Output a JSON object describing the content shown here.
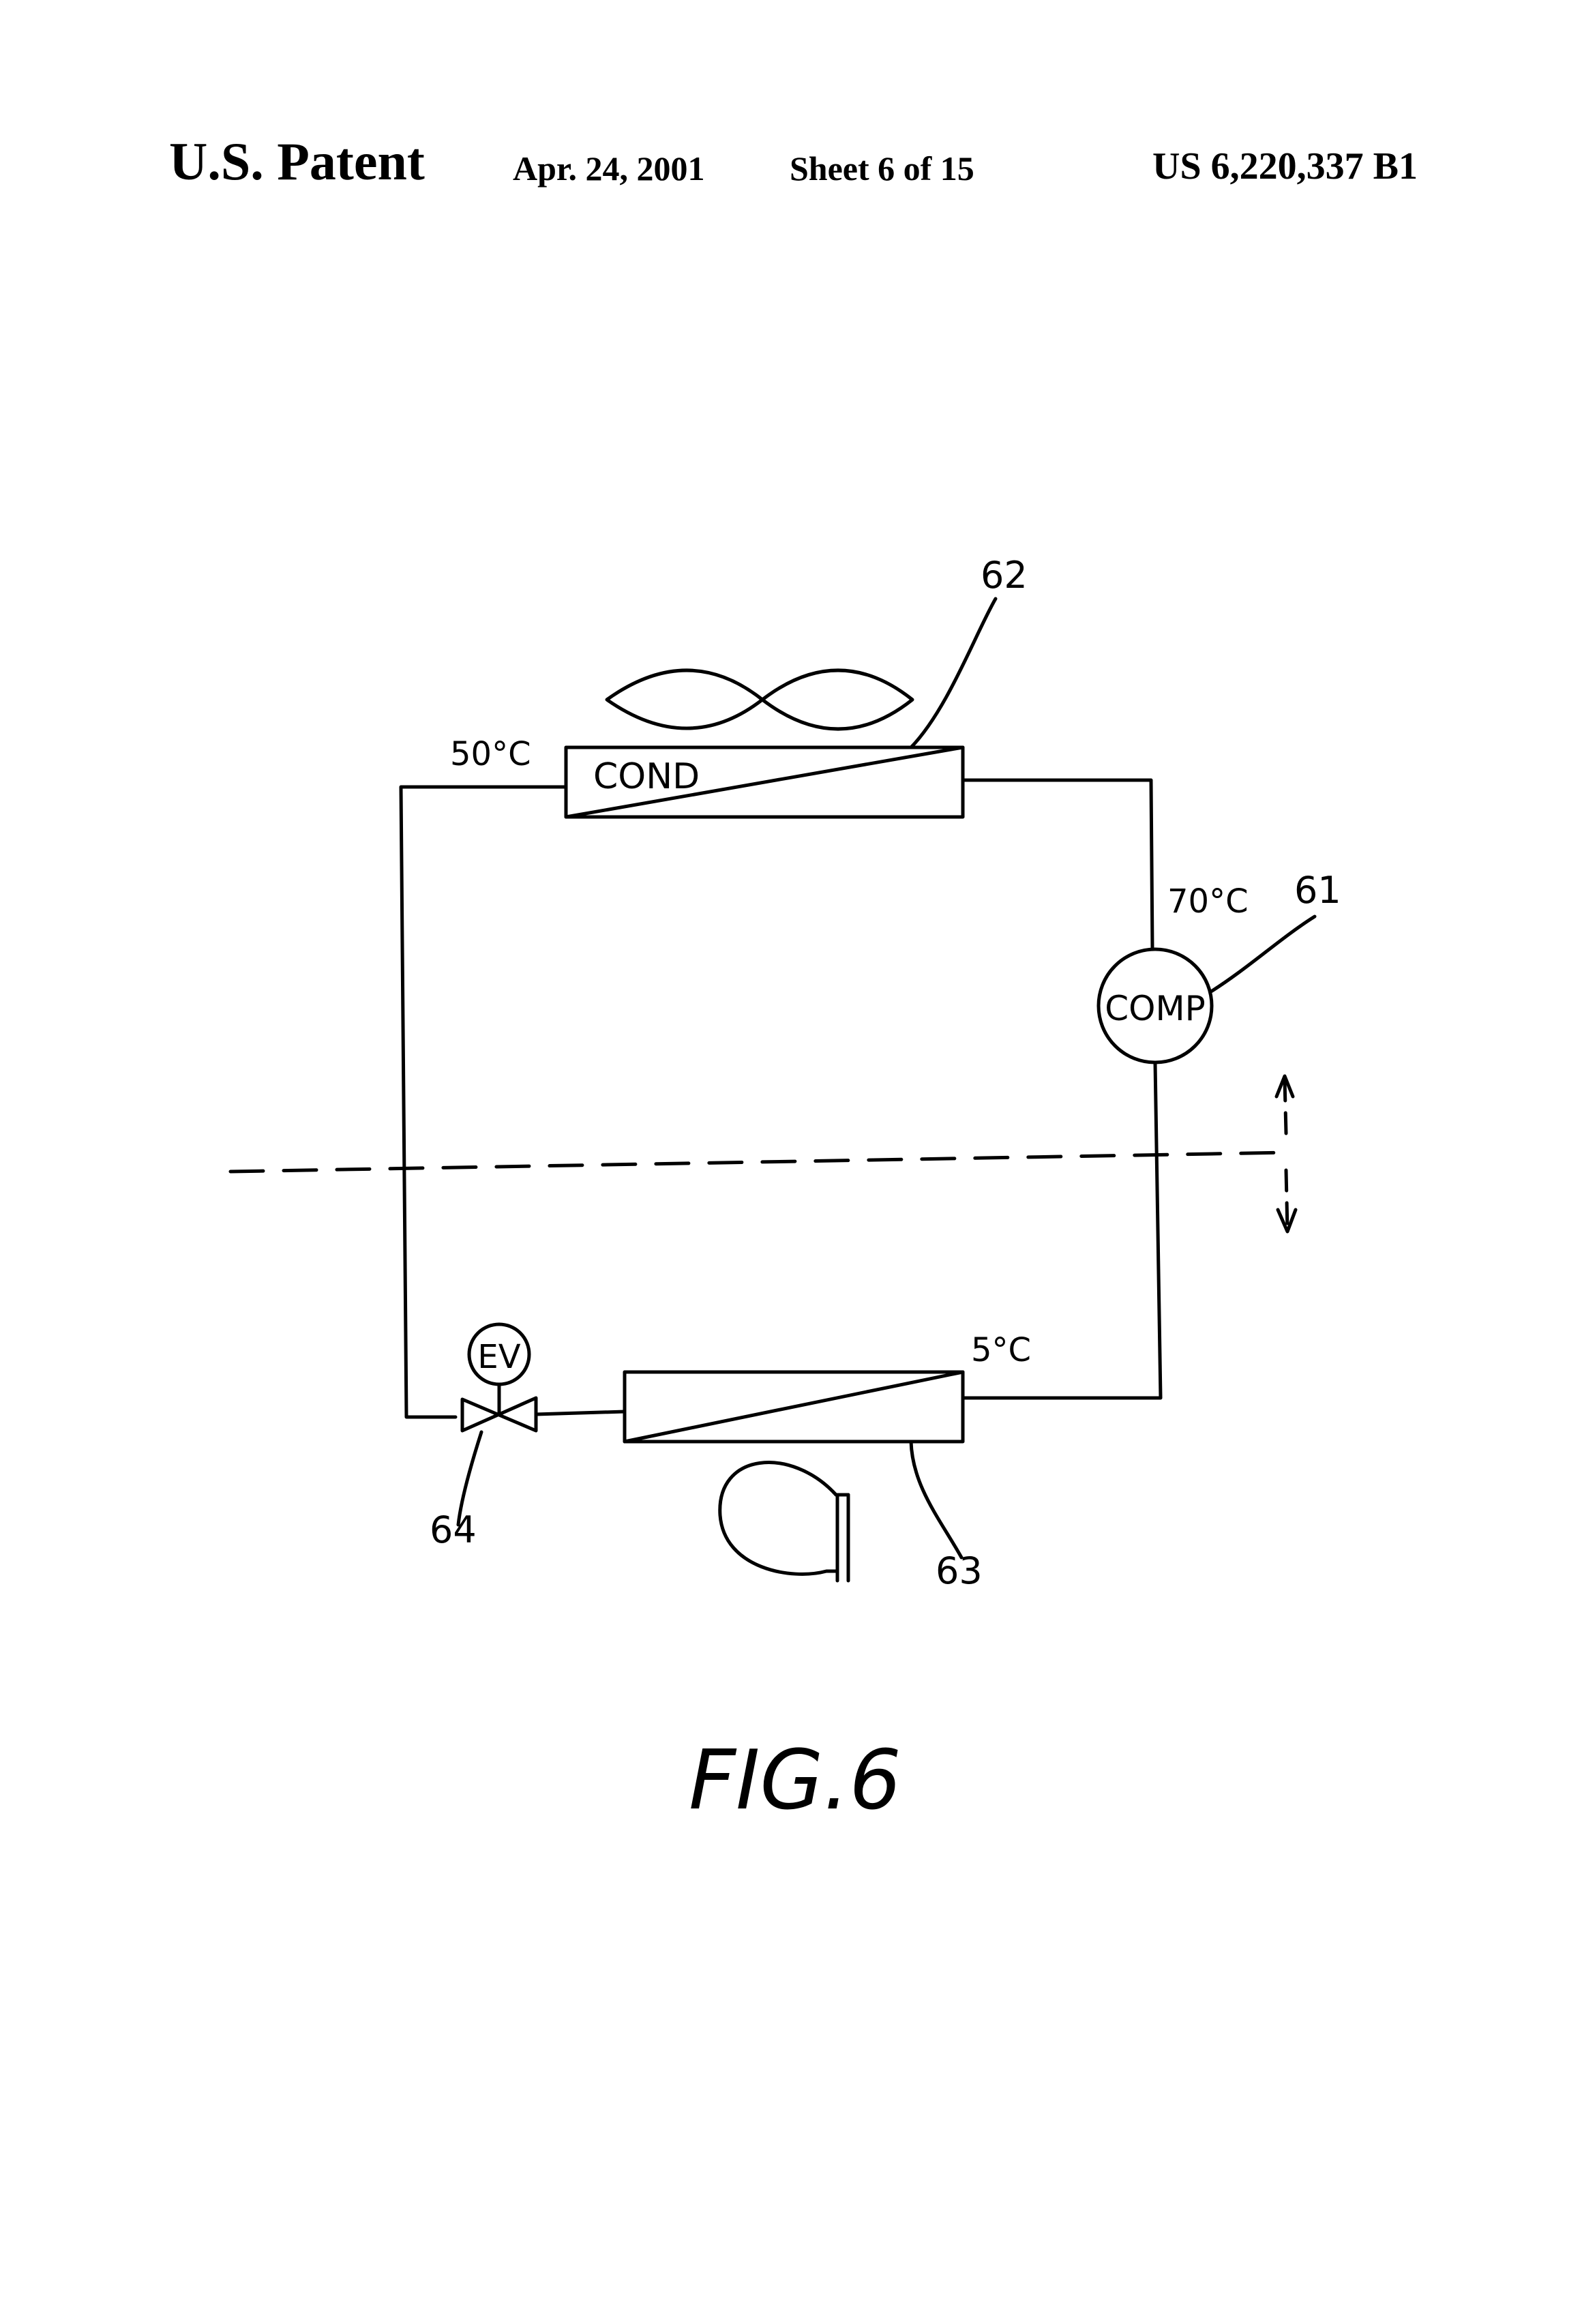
{
  "header": {
    "patent_label": "U.S. Patent",
    "date": "Apr. 24, 2001",
    "sheet": "Sheet 6 of 15",
    "patent_number": "US 6,220,337 B1"
  },
  "diagram": {
    "condenser_label": "COND",
    "compressor_label": "COMP",
    "valve_label": "EV",
    "temp_condenser_inlet": "50°C",
    "temp_compressor_outlet": "70°C",
    "temp_evaporator_outlet": "5°C",
    "ref_compressor": "61",
    "ref_condenser": "62",
    "ref_evaporator": "63",
    "ref_valve": "64",
    "figure_caption": "FIG.6"
  }
}
